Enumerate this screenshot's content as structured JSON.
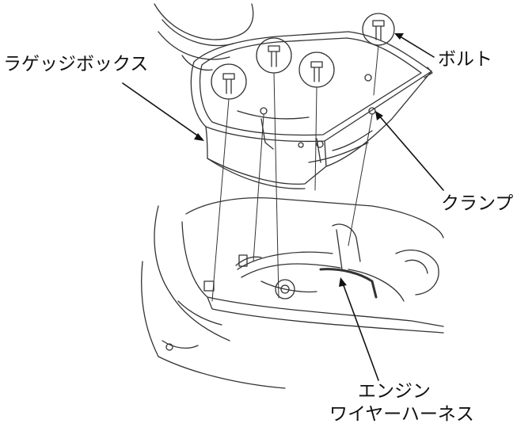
{
  "labels": {
    "luggage_box": "ラゲッジボックス",
    "bolt": "ボルト",
    "clamp": "クランプ",
    "engine": "エンジン",
    "wire_harness": "ワイヤーハーネス"
  },
  "colors": {
    "line": "#222222",
    "background": "#ffffff"
  }
}
